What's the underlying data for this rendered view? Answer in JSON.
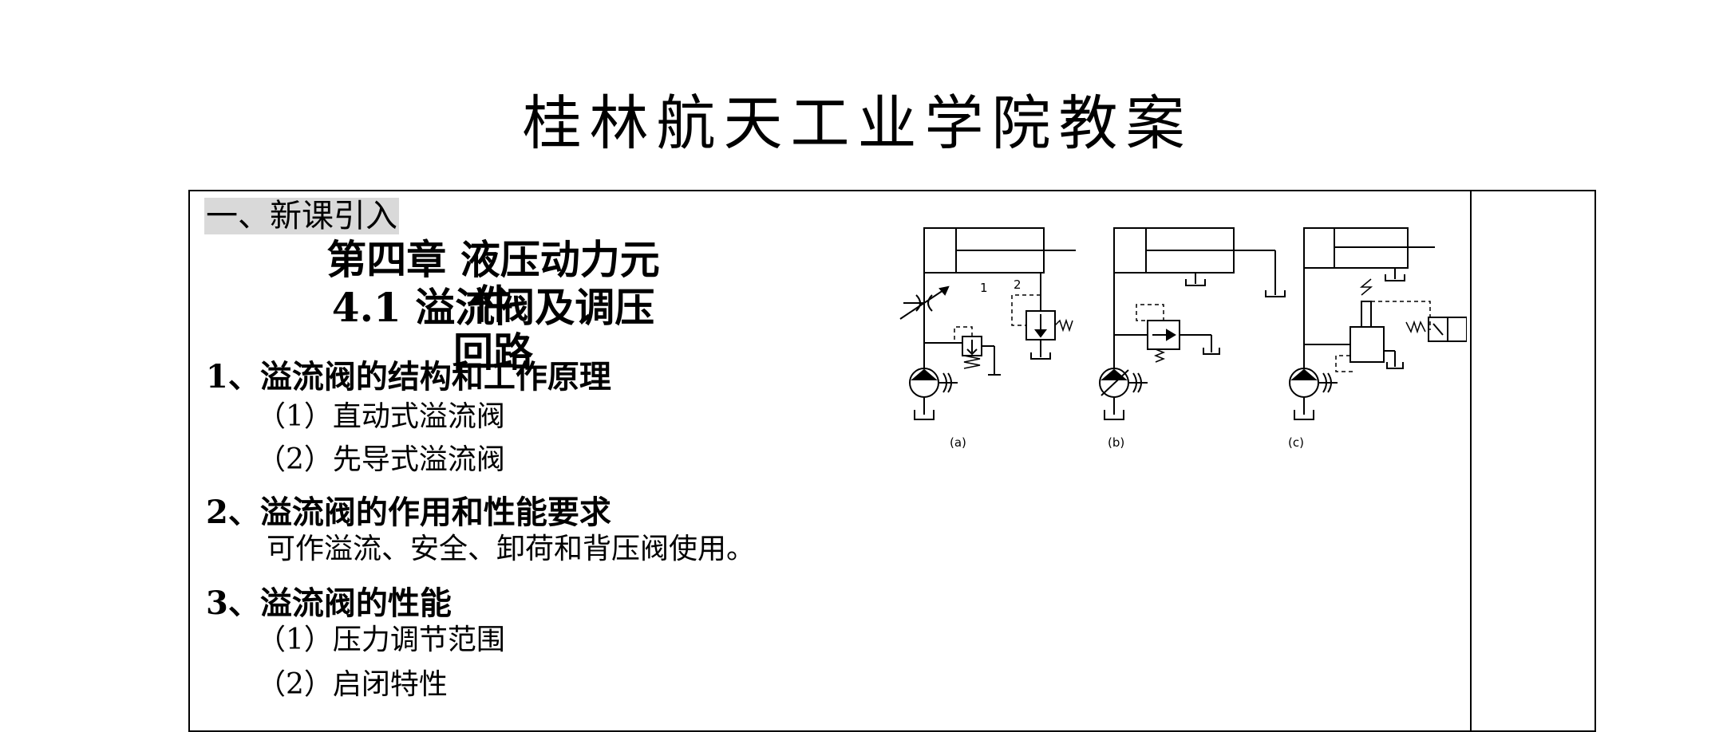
{
  "title": "桂林航天工业学院教案",
  "section": "一、新课引入",
  "chapter": "第四章 液压动力元件",
  "lesson": "4.1 溢流阀及调压回路",
  "items": [
    {
      "head": "1、溢流阀的结构和工作原理",
      "subs": [
        "（1）直动式溢流阀",
        "（2）先导式溢流阀"
      ]
    },
    {
      "head": "2、溢流阀的作用和性能要求",
      "body": "可作溢流、安全、卸荷和背压阀使用。"
    },
    {
      "head": "3、溢流阀的性能",
      "subs": [
        "（1）压力调节范围",
        "（2）启闭特性"
      ]
    }
  ],
  "figure": {
    "captions": [
      "(a)",
      "(b)",
      "(c)"
    ],
    "labels": [
      "1",
      "2"
    ]
  }
}
